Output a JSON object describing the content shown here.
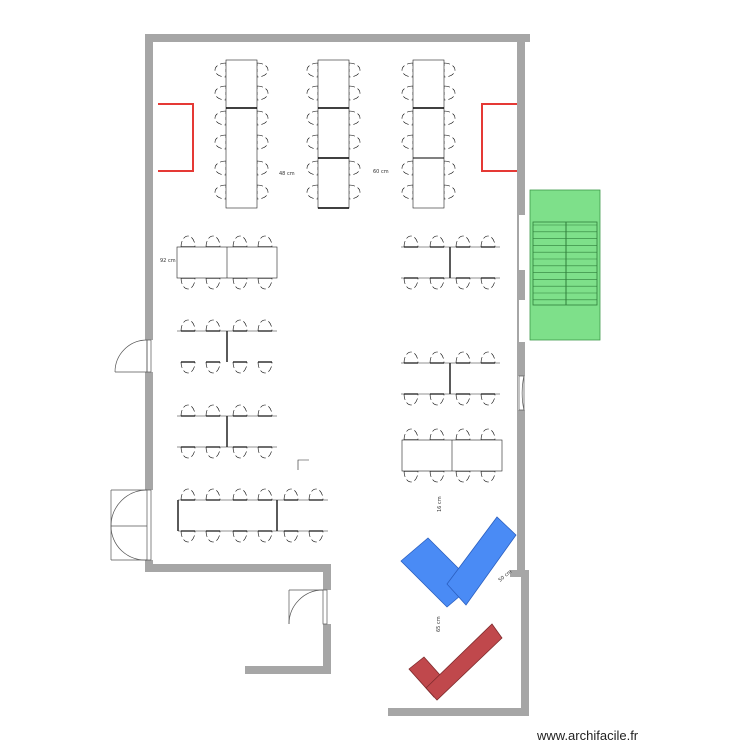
{
  "watermark": "www.archifacile.fr",
  "dimensions": {
    "d1": "48 cm",
    "d2": "60 cm",
    "d3": "92 cm",
    "d4": "16 cm",
    "d5": "50 cm",
    "d6": "65 cm"
  },
  "colors": {
    "wall": "#a6a6a6",
    "stairs": "#7ee08a",
    "blue_desk": "#4a8bf5",
    "red_desk": "#c0484c",
    "red_bracket": "#e53935",
    "chair_outline": "#000000"
  }
}
